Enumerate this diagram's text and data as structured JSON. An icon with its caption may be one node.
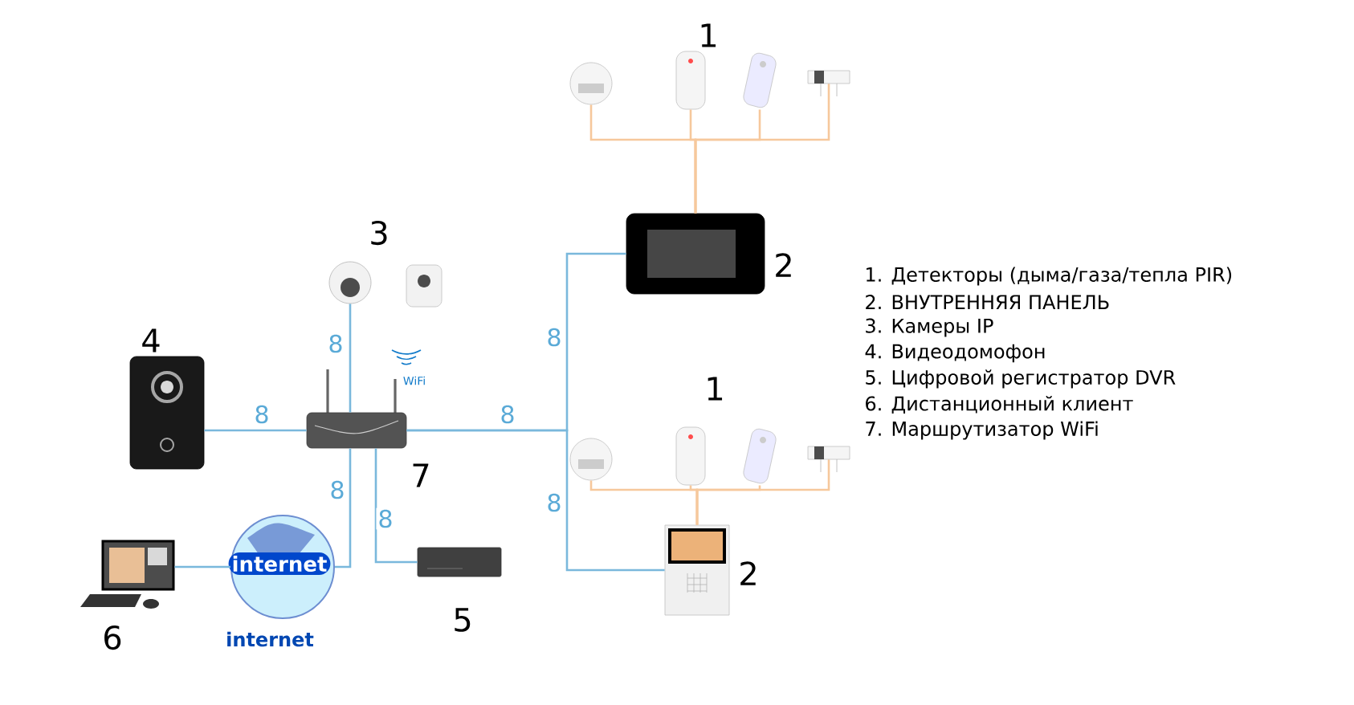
{
  "diagram": {
    "nodes": [
      {
        "text": [],
        "shape": "picture",
        "beside": [
          "7"
        ]
      },
      {
        "text": [],
        "shape": "picture"
      },
      {
        "text": [],
        "shape": "picture"
      },
      {
        "text": [],
        "shape": "picture",
        "beside": [
          "4"
        ]
      },
      {
        "text": [
          "internet",
          "internet"
        ]
      },
      {
        "text": [],
        "shape": "picture",
        "beside": [
          "6"
        ]
      },
      {
        "text": [],
        "shape": "picture",
        "beside": [
          "5"
        ]
      },
      {
        "text": [],
        "shape": "picture",
        "beside": [
          "2"
        ]
      },
      {
        "text": [],
        "shape": "picture",
        "beside": [
          "2"
        ]
      },
      {
        "text": [],
        "shape": "picture"
      },
      {
        "text": [],
        "shape": "picture"
      },
      {
        "text": [],
        "shape": "picture"
      },
      {
        "text": [],
        "shape": "picture"
      },
      {
        "text": [],
        "shape": "picture"
      },
      {
        "text": [],
        "shape": "picture"
      },
      {
        "text": [],
        "shape": "picture"
      },
      {
        "text": [],
        "shape": "picture"
      }
    ],
    "edges": [
      {
        "from": 0,
        "to": 1,
        "arrow": "none",
        "label": "8",
        "color": "#7ab8dc"
      },
      {
        "from": 0,
        "to": 3,
        "arrow": "none",
        "label": "8",
        "color": "#7ab8dc"
      },
      {
        "from": 0,
        "to": 4,
        "arrow": "none",
        "label": "8",
        "color": "#7ab8dc"
      },
      {
        "from": 0,
        "to": 6,
        "arrow": "none",
        "label": "8",
        "color": "#7ab8dc"
      },
      {
        "from": 0,
        "to": 7,
        "arrow": "none",
        "label": "8",
        "color": "#7ab8dc"
      },
      {
        "from": 0,
        "to": 8,
        "arrow": "none",
        "label": "8",
        "color": "#7ab8dc"
      },
      {
        "from": 4,
        "to": 5,
        "arrow": "none",
        "color": "#7ab8dc"
      },
      {
        "from": 9,
        "to": 7,
        "arrow": "none",
        "color": "#f6c89c"
      },
      {
        "from": 10,
        "to": 7,
        "arrow": "none",
        "color": "#f6c89c"
      },
      {
        "from": 11,
        "to": 7,
        "arrow": "none",
        "color": "#f6c89c"
      },
      {
        "from": 12,
        "to": 7,
        "arrow": "none",
        "color": "#f6c89c"
      },
      {
        "from": 13,
        "to": 8,
        "arrow": "none",
        "color": "#f6c89c"
      },
      {
        "from": 14,
        "to": 8,
        "arrow": "none",
        "color": "#f6c89c"
      },
      {
        "from": 15,
        "to": 8,
        "arrow": "none",
        "color": "#f6c89c"
      },
      {
        "from": 16,
        "to": 8,
        "arrow": "none",
        "color": "#f6c89c"
      }
    ],
    "labels": [
      "1",
      "3",
      "WiFi",
      "8",
      "1",
      "1. Детекторы (дыма/газа/тепла PIR)",
      "2. ВНУТРЕННЯЯ ПАНЕЛЬ",
      "3. Камеры IP",
      "4. Видеодомофон",
      "5. Цифровой регистратор DVR",
      "6. Дистанционный клиент",
      "7. Маршрутизатор WiFi"
    ]
  }
}
